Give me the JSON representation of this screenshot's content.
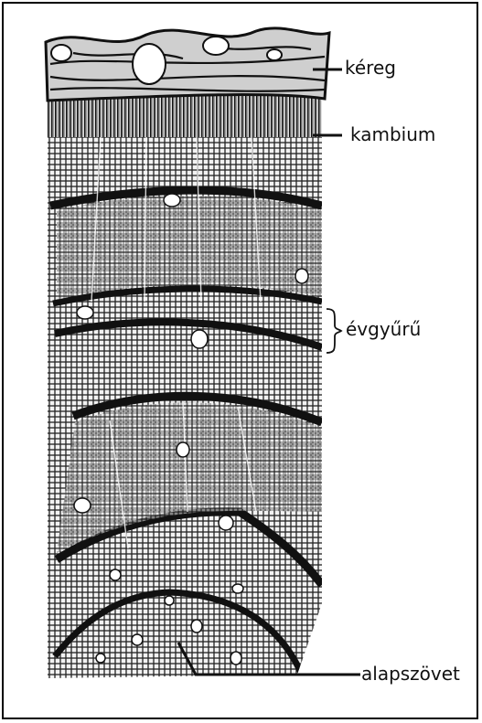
{
  "labels": {
    "bark": "kéreg",
    "cambium": "kambium",
    "annual_ring": "évgyűrű",
    "pith": "alapszövet"
  },
  "colors": {
    "ink": "#111111",
    "background": "#ffffff"
  }
}
